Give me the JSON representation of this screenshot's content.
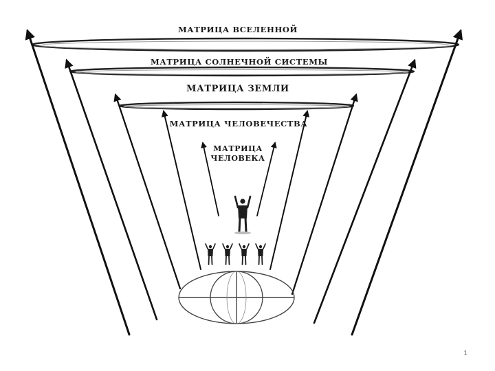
{
  "labels": {
    "universe": "МАТРИЦА ВСЕЛЕННОЙ",
    "solar": "МАТРИЦА СОЛНЕЧНОЙ СИСТЕМЫ",
    "earth": "МАТРИЦА ЗЕМЛИ",
    "humanity": "МАТРИЦА ЧЕЛОВЕЧЕСТВА",
    "human_line1": "МАТРИЦА",
    "human_line2": "ЧЕЛОВЕКА"
  },
  "page_number": "1"
}
